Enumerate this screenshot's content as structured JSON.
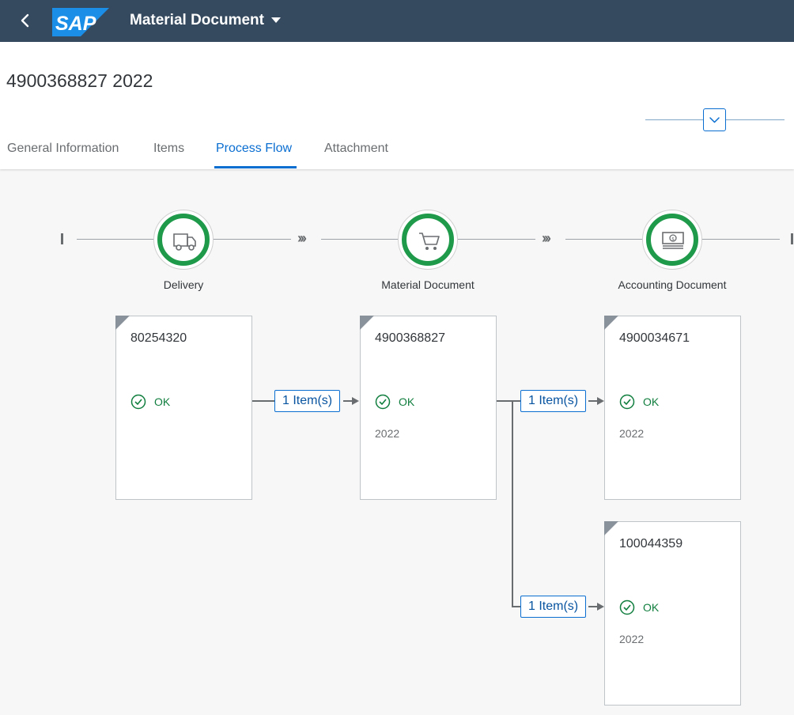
{
  "shell": {
    "app_title": "Material Document",
    "logo_text": "SAP",
    "colors": {
      "bar": "#354a5f",
      "logo": "#1b8ee8"
    }
  },
  "header": {
    "title": "4900368827 2022",
    "tabs": [
      {
        "label": "General Information",
        "active": false
      },
      {
        "label": "Items",
        "active": false
      },
      {
        "label": "Process Flow",
        "active": true
      },
      {
        "label": "Attachment",
        "active": false
      }
    ]
  },
  "process_flow": {
    "lanes": [
      {
        "label": "Delivery",
        "icon": "truck-icon"
      },
      {
        "label": "Material Document",
        "icon": "cart-icon"
      },
      {
        "label": "Accounting Document",
        "icon": "money-bills-icon"
      }
    ],
    "nodes": [
      {
        "number": "80254320",
        "status": "OK",
        "year": ""
      },
      {
        "number": "4900368827",
        "status": "OK",
        "year": "2022"
      },
      {
        "number": "4900034671",
        "status": "OK",
        "year": "2022"
      },
      {
        "number": "100044359",
        "status": "OK",
        "year": "2022"
      }
    ],
    "connections": [
      {
        "label": "1 Item(s)"
      },
      {
        "label": "1 Item(s)"
      },
      {
        "label": "1 Item(s)"
      }
    ],
    "colors": {
      "status_ok": "#107e3e",
      "lane_ring": "#1e9a4a",
      "accent": "#0a6ed1"
    }
  }
}
